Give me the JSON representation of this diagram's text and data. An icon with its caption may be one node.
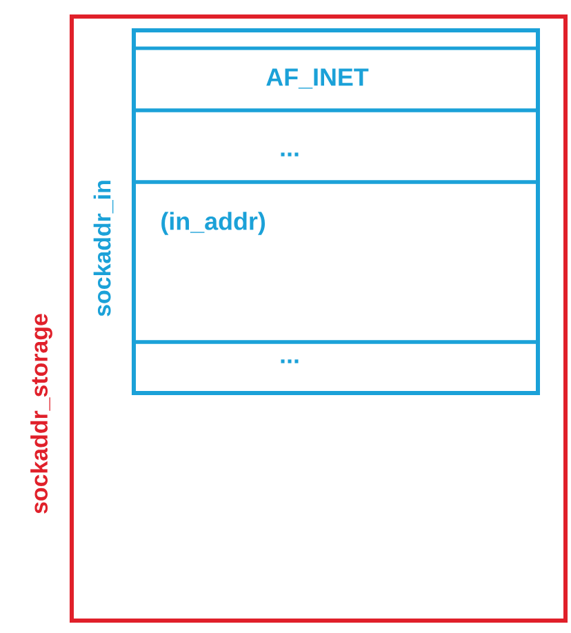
{
  "diagram": {
    "nodes": [
      {
        "text": [
          "sockaddr_storage"
        ]
      },
      {
        "text": [
          "sockaddr_in"
        ],
        "in": 0
      },
      {
        "text": [
          "AF_INET"
        ],
        "in": 1
      },
      {
        "text": [
          "..."
        ],
        "in": 1
      },
      {
        "text": [
          "(in_addr)"
        ],
        "in": 1
      },
      {
        "text": [
          "..."
        ],
        "in": 1
      }
    ]
  }
}
